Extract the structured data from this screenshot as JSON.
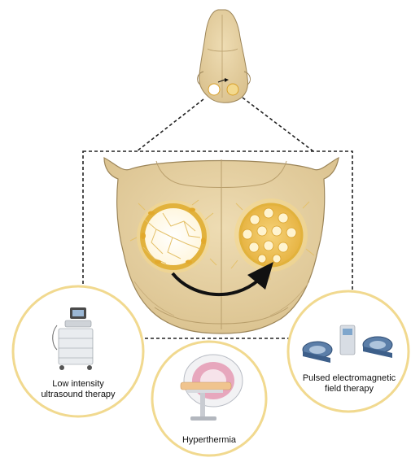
{
  "therapies": [
    {
      "line1": "Low intensity",
      "line2": "ultrasound therapy"
    },
    {
      "line1": "Hyperthermia",
      "line2": ""
    },
    {
      "line1": "Pulsed electromagnetic",
      "line2": "field therapy"
    }
  ],
  "colors": {
    "bone": "#e6d2a6",
    "bone_dark": "#cdb380",
    "bone_outline": "#9c8558",
    "graft": "#f2c44e",
    "graft_dark": "#d9a12a",
    "circle_ring": "#f1d98f",
    "arrow": "#111111",
    "dashed": "#222222"
  }
}
